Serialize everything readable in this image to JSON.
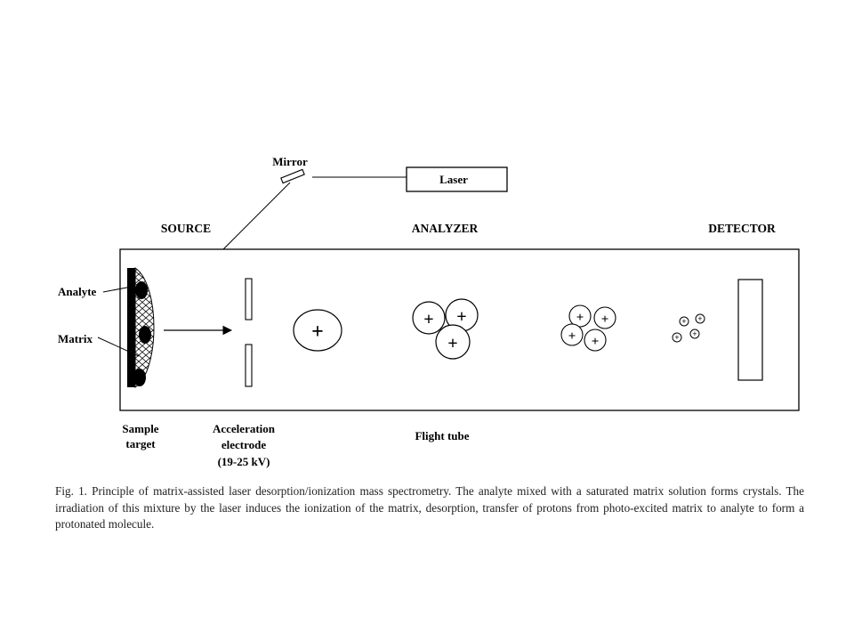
{
  "labels": {
    "mirror": "Mirror",
    "laser": "Laser",
    "source": "SOURCE",
    "analyzer": "ANALYZER",
    "detector": "DETECTOR",
    "analyte": "Analyte",
    "matrix": "Matrix",
    "sample_target_line1": "Sample",
    "sample_target_line2": "target",
    "acceleration_line1": "Acceleration",
    "acceleration_line2": "electrode",
    "acceleration_line3": "(19-25 kV)",
    "flight_tube": "Flight tube",
    "ion_symbol": "+"
  },
  "caption": "Fig. 1. Principle of matrix-assisted laser desorption/ionization mass spectrometry. The analyte mixed with a saturated matrix solution forms crystals. The irradiation of this mixture by the laser induces the ionization of the matrix, desorption, transfer of protons from photo-excited matrix to analyte to form a protonated molecule."
}
